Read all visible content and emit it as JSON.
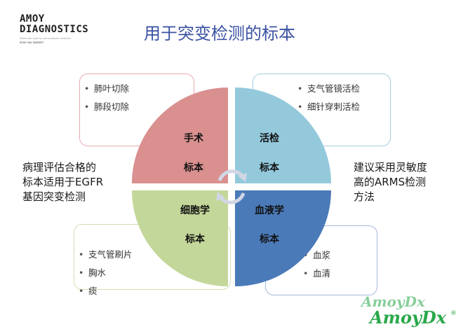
{
  "logo": {
    "line1": "AMOY",
    "line2": "DIAGNOSTICS",
    "subtitle": "Molecular tools for personalized medicine",
    "tagline": "STAY ON TARGET"
  },
  "title": "用于突变检测的标本",
  "quadrants": [
    {
      "id": "surgery",
      "line1": "手术",
      "line2": "标本",
      "color": "#d9908f"
    },
    {
      "id": "biopsy",
      "line1": "活检",
      "line2": "标本",
      "color": "#94c9dc"
    },
    {
      "id": "cytology",
      "line1": "细胞学",
      "line2": "标本",
      "color": "#c4d79a"
    },
    {
      "id": "blood",
      "line1": "血液学",
      "line2": "标本",
      "color": "#4a7ab8"
    }
  ],
  "boxes": {
    "surgery": [
      "肺叶切除",
      "肺段切除"
    ],
    "biopsy": [
      "支气管镜活检",
      "细针穿刺活检"
    ],
    "cytology": [
      "支气管刷片",
      "胸水",
      "痰"
    ],
    "blood": [
      "血浆",
      "血清"
    ]
  },
  "bullet_char": "•",
  "left_note": "病理评估合格的\n标本适用于EGFR\n基因突变检测",
  "right_note": "建议采用灵敏度\n高的ARMS检测\n方法",
  "brand": {
    "name": "AmoyDx",
    "registered": "®",
    "color": "#2aa84a"
  },
  "colors": {
    "title": "#3b52a3"
  }
}
